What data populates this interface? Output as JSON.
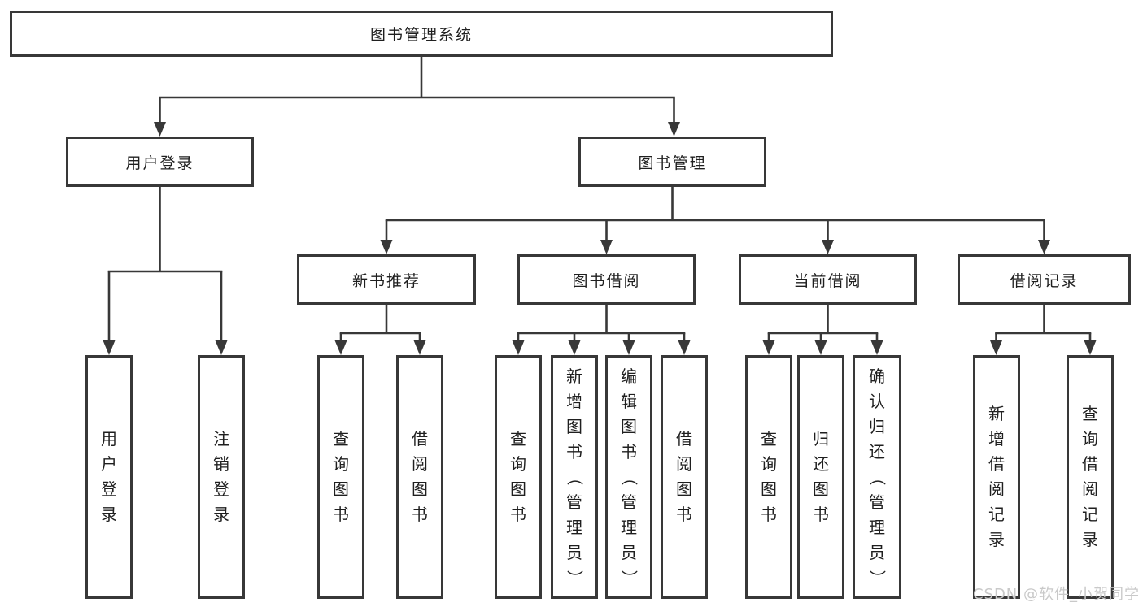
{
  "diagram": {
    "root": {
      "label": "图书管理系统"
    },
    "branches": [
      {
        "label": "用户登录",
        "children": [
          {
            "label": "用户登录"
          },
          {
            "label": "注销登录"
          }
        ]
      },
      {
        "label": "图书管理",
        "children": [
          {
            "label": "新书推荐",
            "children": [
              {
                "label": "查询图书"
              },
              {
                "label": "借阅图书"
              }
            ]
          },
          {
            "label": "图书借阅",
            "children": [
              {
                "label": "查询图书"
              },
              {
                "label": "新增图书（管理员）"
              },
              {
                "label": "编辑图书（管理员）"
              },
              {
                "label": "借阅图书"
              }
            ]
          },
          {
            "label": "当前借阅",
            "children": [
              {
                "label": "查询图书"
              },
              {
                "label": "归还图书"
              },
              {
                "label": "确认归还（管理员）"
              }
            ]
          },
          {
            "label": "借阅记录",
            "children": [
              {
                "label": "新增借阅记录"
              },
              {
                "label": "查询借阅记录"
              }
            ]
          }
        ]
      }
    ]
  },
  "watermark": {
    "text": "CSDN @软件_小贺同学"
  },
  "colors": {
    "line": "#383838",
    "box_border": "#383838",
    "box_fill": "#ffffff",
    "text": "#1f1f1f",
    "watermark": "#c9c9c9",
    "background": "#ffffff"
  }
}
